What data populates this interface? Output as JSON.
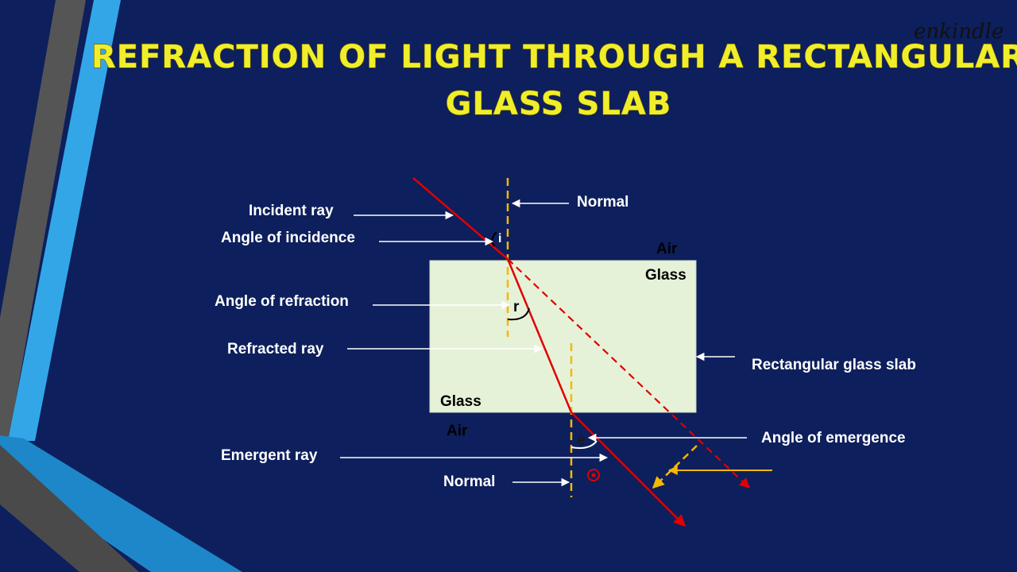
{
  "slide": {
    "title_line1": "REFRACTION OF LIGHT THROUGH A RECTANGULAR",
    "title_line2": "GLASS SLAB",
    "brand": "enkindle",
    "colors": {
      "background": "#0d1f5c",
      "title": "#f0ee2a",
      "ray": "#e00000",
      "normal": "#f5b800",
      "slab": "#e6f2d8"
    }
  },
  "labels": {
    "incident_ray": "Incident ray",
    "angle_of_incidence": "Angle of incidence",
    "normal_top": "Normal",
    "air_top": "Air",
    "glass_top": "Glass",
    "angle_of_refraction": "Angle of refraction",
    "refracted_ray": "Refracted ray",
    "rectangular_glass_slab": "Rectangular glass slab",
    "glass_bottom": "Glass",
    "air_bottom": "Air",
    "angle_of_emergence": "Angle of emergence",
    "emergent_ray": "Emergent ray",
    "normal_bottom": "Normal",
    "angle_i": "i",
    "angle_r": "r",
    "angle_e": "e"
  }
}
